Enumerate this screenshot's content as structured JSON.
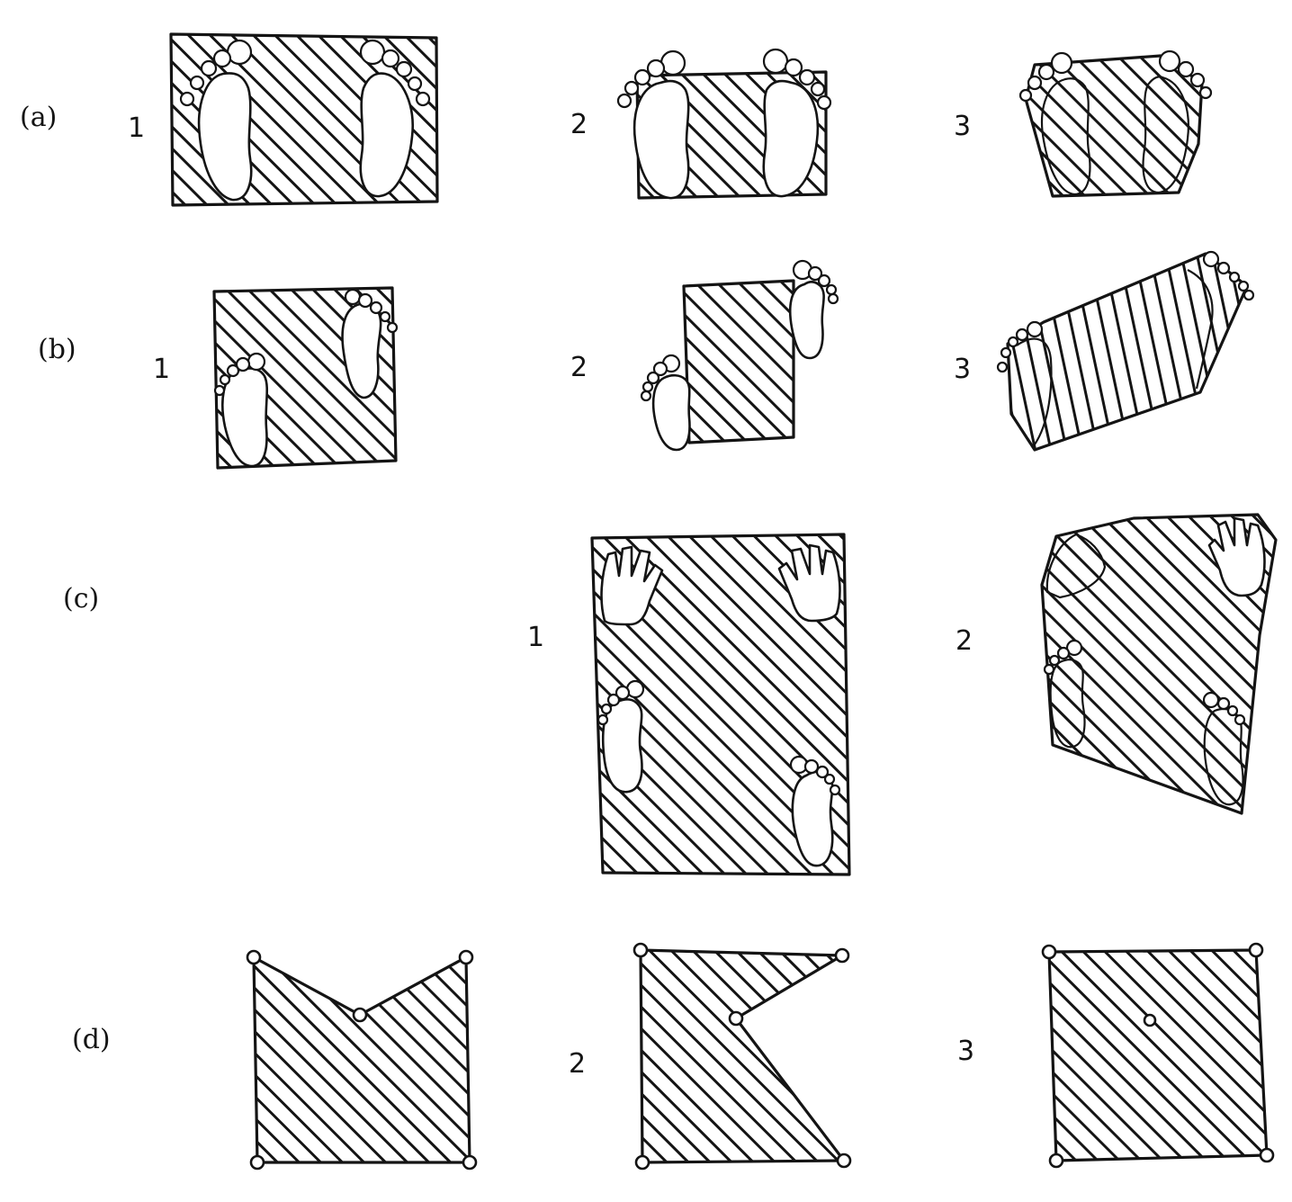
{
  "rows": [
    {
      "label": "(a)",
      "panel_numbers": [
        "1",
        "2",
        "3"
      ]
    },
    {
      "label": "(b)",
      "panel_numbers": [
        "1",
        "2",
        "3"
      ]
    },
    {
      "label": "(c)",
      "panel_numbers": [
        "1",
        "2"
      ]
    },
    {
      "label": "(d)",
      "panel_numbers": [
        "2",
        "3"
      ]
    }
  ],
  "colors": {
    "ink": "#141414",
    "paper": "#ffffff"
  }
}
